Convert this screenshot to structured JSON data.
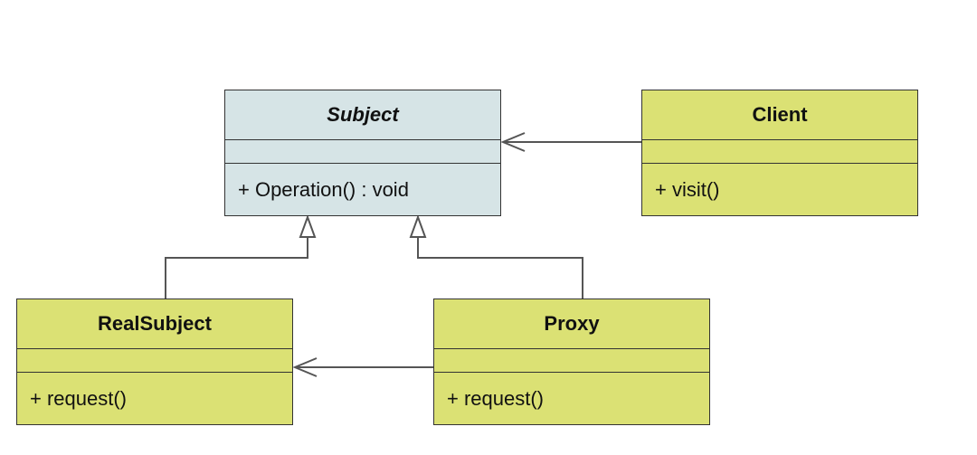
{
  "diagram": {
    "colors": {
      "abstract_fill": "#d6e4e6",
      "concrete_fill": "#dbe174",
      "line": "#555555",
      "border": "#333333"
    },
    "classes": {
      "subject": {
        "name": "Subject",
        "operation": "+ Operation() : void",
        "abstract": true
      },
      "client": {
        "name": "Client",
        "operation": "+ visit()"
      },
      "real_subject": {
        "name": "RealSubject",
        "operation": "+ request()"
      },
      "proxy": {
        "name": "Proxy",
        "operation": "+ request()"
      }
    },
    "relations": [
      {
        "type": "association",
        "from": "Client",
        "to": "Subject"
      },
      {
        "type": "association",
        "from": "Proxy",
        "to": "RealSubject"
      },
      {
        "type": "generalization",
        "from": "RealSubject",
        "to": "Subject"
      },
      {
        "type": "generalization",
        "from": "Proxy",
        "to": "Subject"
      }
    ]
  }
}
